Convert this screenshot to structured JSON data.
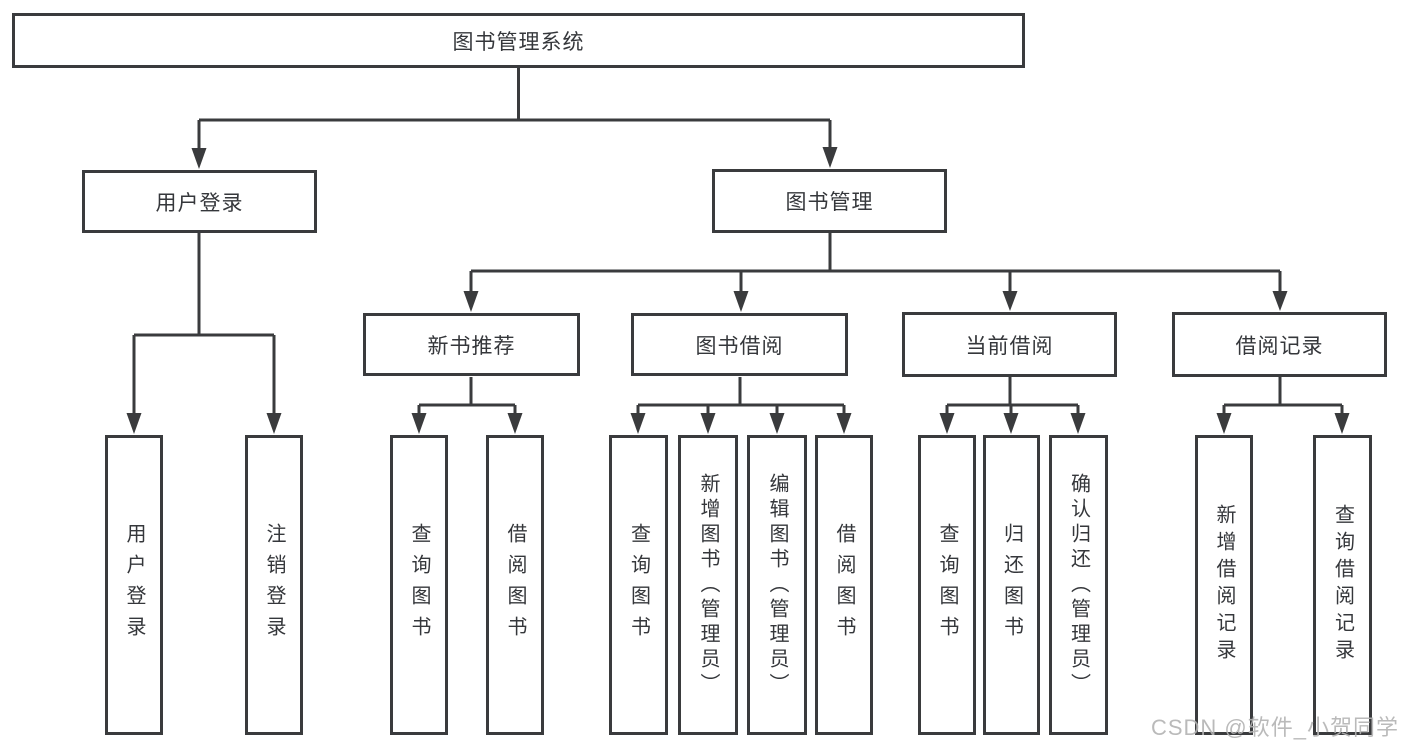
{
  "diagram": {
    "root": {
      "label": "图书管理系统"
    },
    "level2": [
      {
        "label": "用户登录"
      },
      {
        "label": "图书管理"
      }
    ],
    "level3": [
      {
        "label": "新书推荐",
        "parent": "图书管理"
      },
      {
        "label": "图书借阅",
        "parent": "图书管理"
      },
      {
        "label": "当前借阅",
        "parent": "图书管理"
      },
      {
        "label": "借阅记录",
        "parent": "图书管理"
      }
    ],
    "leaves": [
      {
        "label": "用户登录",
        "parent": "用户登录"
      },
      {
        "label": "注销登录",
        "parent": "用户登录"
      },
      {
        "label": "查询图书",
        "parent": "新书推荐"
      },
      {
        "label": "借阅图书",
        "parent": "新书推荐"
      },
      {
        "label": "查询图书",
        "parent": "图书借阅"
      },
      {
        "label": "新增图书（管理员）",
        "parent": "图书借阅"
      },
      {
        "label": "编辑图书（管理员）",
        "parent": "图书借阅"
      },
      {
        "label": "借阅图书",
        "parent": "图书借阅"
      },
      {
        "label": "查询图书",
        "parent": "当前借阅"
      },
      {
        "label": "归还图书",
        "parent": "当前借阅"
      },
      {
        "label": "确认归还（管理员）",
        "parent": "当前借阅"
      },
      {
        "label": "新增借阅记录",
        "parent": "借阅记录"
      },
      {
        "label": "查询借阅记录",
        "parent": "借阅记录"
      }
    ]
  },
  "watermark": "CSDN @软件_小贺同学",
  "colors": {
    "line": "#3a3b3d",
    "text": "#35373b",
    "background": "#ffffff",
    "watermark": "#b3b3b3"
  }
}
